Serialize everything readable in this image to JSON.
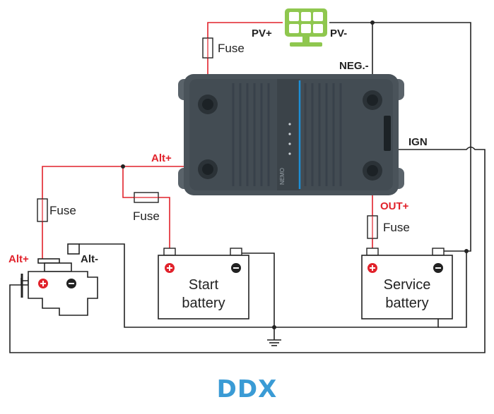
{
  "labels": {
    "pv_plus": "PV+",
    "pv_minus": "PV-",
    "neg": "NEG.-",
    "ign": "IGN",
    "alt_plus_device": "Alt+",
    "out_plus": "OUT+",
    "alt_plus_engine": "Alt+",
    "alt_minus_engine": "Alt-",
    "fuse_pv": "Fuse",
    "fuse_alt": "Fuse",
    "fuse_start": "Fuse",
    "fuse_out": "Fuse",
    "start_battery_line1": "Start",
    "start_battery_line2": "battery",
    "service_battery_line1": "Service",
    "service_battery_line2": "battery",
    "device_brand": "NEMO",
    "device_model": "DDX"
  },
  "caption": "DDX",
  "colors": {
    "positive_wire": "#e1222b",
    "negative_wire": "#222222",
    "solar_panel": "#8fc74f",
    "device_body": "#4a535a",
    "device_face": "#3b4349",
    "accent_blue": "#1d8fd6",
    "caption": "#3a9bd5"
  }
}
